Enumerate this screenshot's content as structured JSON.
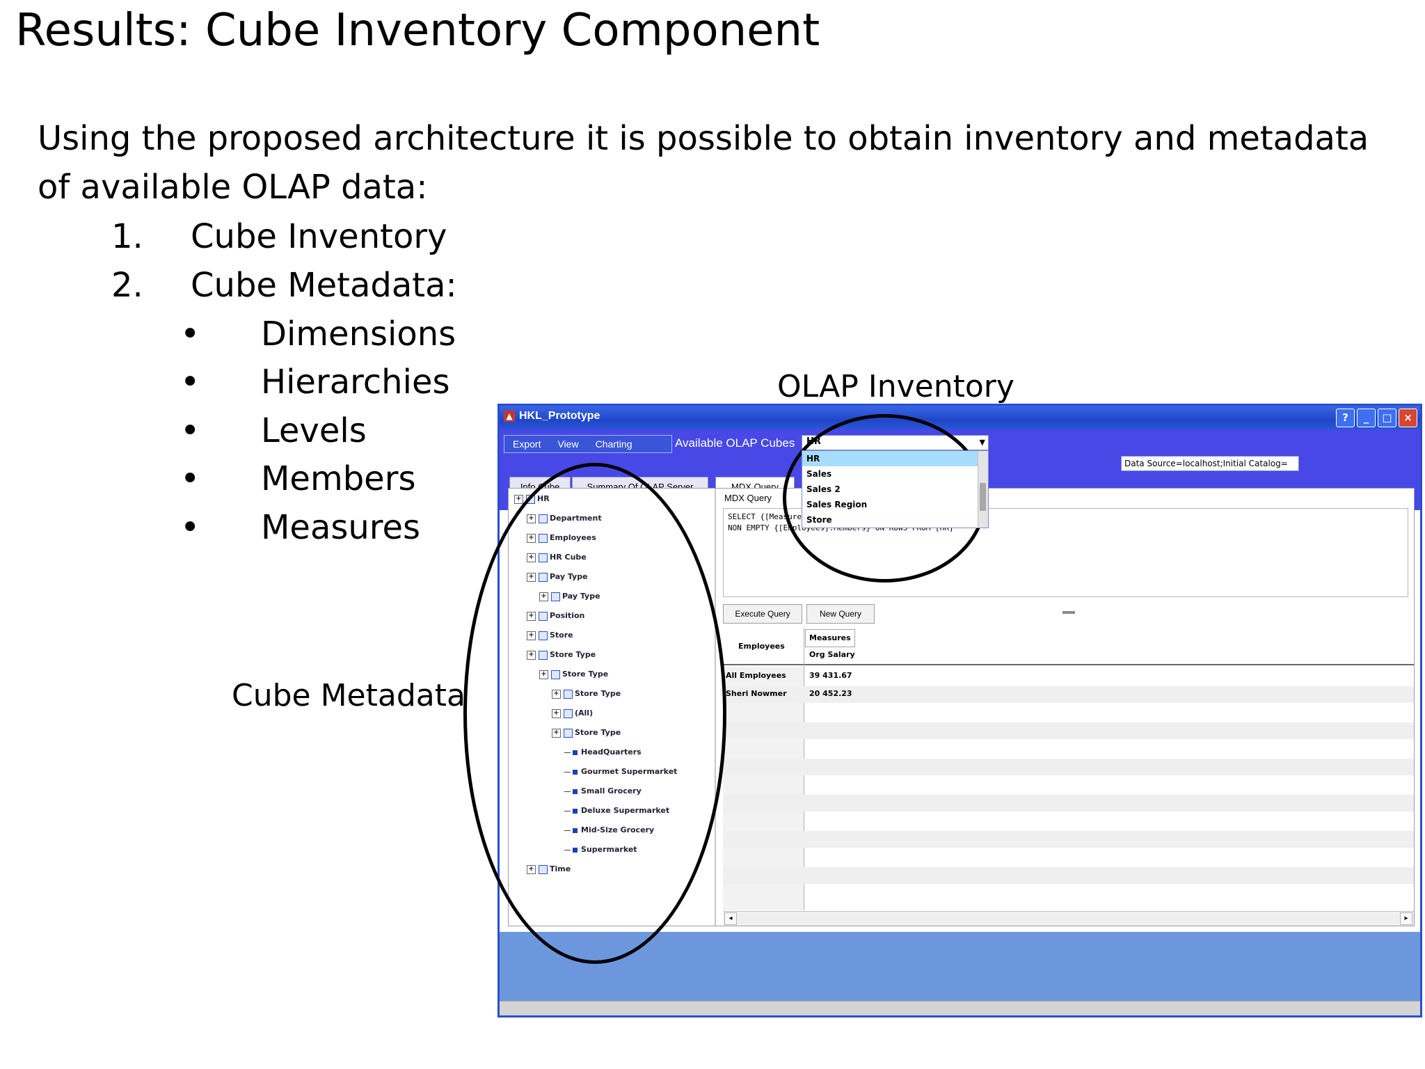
{
  "slide": {
    "title": "Results: Cube Inventory Component",
    "intro": "Using the proposed architecture it is possible to obtain inventory and metadata of available OLAP data:",
    "numbered": [
      {
        "num": "1.",
        "text": "Cube Inventory"
      },
      {
        "num": "2.",
        "text": "Cube Metadata:"
      }
    ],
    "bullets": [
      "Dimensions",
      "Hierarchies",
      "Levels",
      "Members",
      "Measures"
    ],
    "bullet_char": "•",
    "callouts": {
      "olap_inventory": "OLAP Inventory",
      "cube_metadata": "Cube Metadata"
    }
  },
  "app": {
    "title": "HKL_Prototype",
    "window_buttons": [
      "?",
      "_",
      "□",
      "×"
    ],
    "menu": [
      "Export",
      "View",
      "Charting"
    ],
    "olap_label": "Available OLAP Cubes",
    "olap_select_value": "HR",
    "olap_options": [
      "HR",
      "Sales",
      "Sales 2",
      "Sales Region",
      "Store"
    ],
    "connection": "Data Source=localhost;Initial Catalog=",
    "tabs": [
      "Info Cube",
      "Summary Of OLAP Server",
      "MDX Query"
    ],
    "tree": [
      {
        "label": "HR",
        "level": 0,
        "icon": "cube"
      },
      {
        "label": "Department",
        "level": 1,
        "icon": "dim"
      },
      {
        "label": "Employees",
        "level": 1,
        "icon": "dim"
      },
      {
        "label": "HR Cube",
        "level": 1,
        "icon": "dim"
      },
      {
        "label": "Pay Type",
        "level": 1,
        "icon": "dim"
      },
      {
        "label": "Pay Type",
        "level": 2,
        "icon": "hier"
      },
      {
        "label": "Position",
        "level": 1,
        "icon": "dim"
      },
      {
        "label": "Store",
        "level": 1,
        "icon": "dim"
      },
      {
        "label": "Store Type",
        "level": 1,
        "icon": "dim"
      },
      {
        "label": "Store Type",
        "level": 2,
        "icon": "hier"
      },
      {
        "label": "Store Type",
        "level": 3,
        "icon": "level"
      },
      {
        "label": "(All)",
        "level": 3,
        "icon": "level"
      },
      {
        "label": "Store Type",
        "level": 3,
        "icon": "level"
      },
      {
        "label": "HeadQuarters",
        "level": 4,
        "icon": "member"
      },
      {
        "label": "Gourmet Supermarket",
        "level": 4,
        "icon": "member"
      },
      {
        "label": "Small Grocery",
        "level": 4,
        "icon": "member"
      },
      {
        "label": "Deluxe Supermarket",
        "level": 4,
        "icon": "member"
      },
      {
        "label": "Mid-Size Grocery",
        "level": 4,
        "icon": "member"
      },
      {
        "label": "Supermarket",
        "level": 4,
        "icon": "member"
      },
      {
        "label": "Time",
        "level": 1,
        "icon": "dim"
      }
    ],
    "mdx_label": "MDX Query",
    "mdx_lines": [
      "SELECT {[Measures].[Org Salary]} ON COLUMNS,",
      "NON EMPTY {[Employees].Members} ON ROWS FROM [HR]"
    ],
    "buttons": {
      "execute": "Execute Query",
      "new": "New Query"
    },
    "grid": {
      "row_header": "Employees",
      "col_group": "Measures",
      "col_header": "Org Salary",
      "rows": [
        {
          "head": "All Employees",
          "value": "39 431.67"
        },
        {
          "head": "Sheri Nowmer",
          "value": "20 452.23"
        }
      ]
    }
  }
}
